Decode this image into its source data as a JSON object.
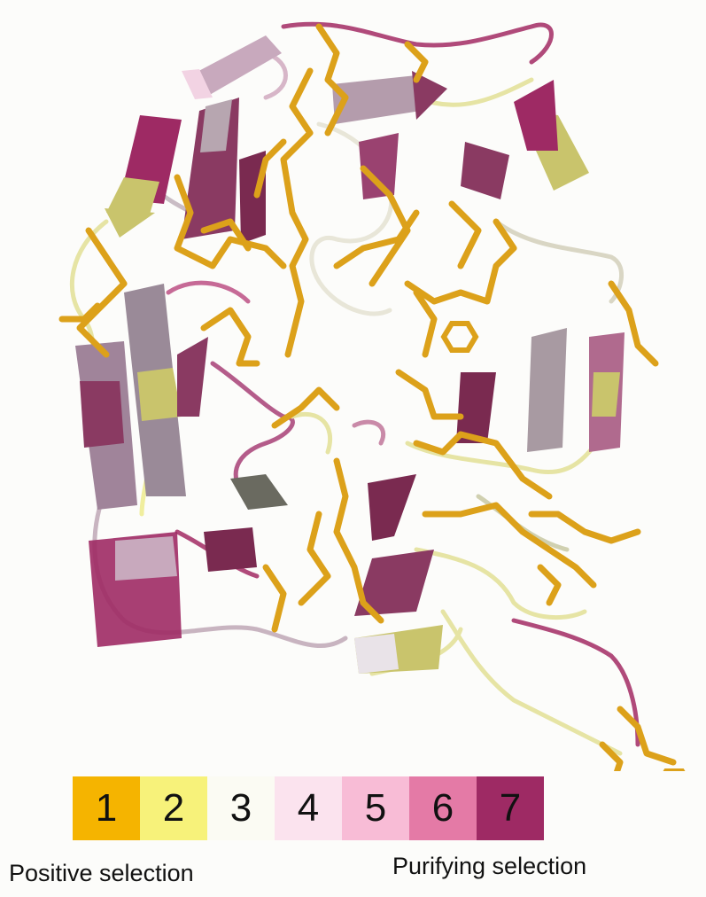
{
  "legend": {
    "scale": [
      {
        "label": "1",
        "color": "#f5b400"
      },
      {
        "label": "2",
        "color": "#f7f27a"
      },
      {
        "label": "3",
        "color": "#fbfbf3"
      },
      {
        "label": "4",
        "color": "#fbe3ee"
      },
      {
        "label": "5",
        "color": "#f8bcd6"
      },
      {
        "label": "6",
        "color": "#e47aa6"
      },
      {
        "label": "7",
        "color": "#9e2a64"
      }
    ],
    "left_caption": "Positive selection",
    "right_caption": "Purifying selection"
  },
  "colors": {
    "positive_stick": "#dca11a",
    "ribbon_dark": "#7a2a50",
    "ribbon_grey": "#a89aa2",
    "ribbon_olive": "#c9c46c",
    "coil_light": "#e6e4a4"
  }
}
